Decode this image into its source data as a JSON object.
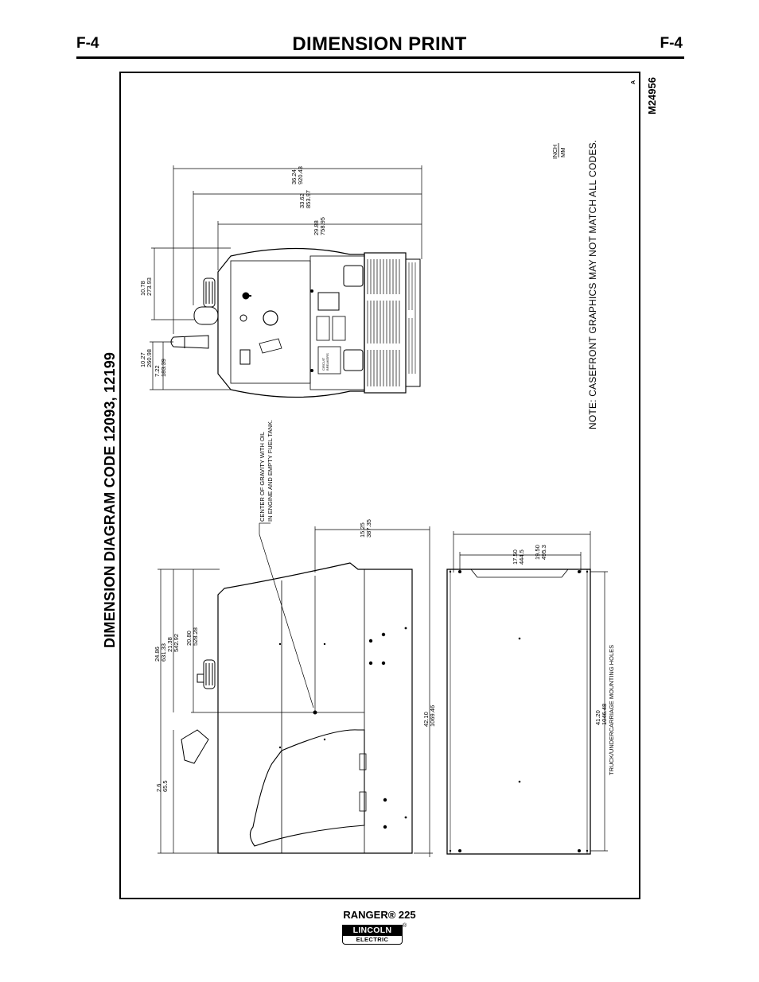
{
  "header": {
    "code_left": "F-4",
    "code_right": "F-4",
    "title": "DIMENSION PRINT"
  },
  "diagram": {
    "title": "DIMENSION DIAGRAM CODE  12093, 12199",
    "drawing_number": "M24956",
    "revision": "A",
    "note": "NOTE: CASEFRONT GRAPHICS MAY NOT MATCH ALL CODES.",
    "units": {
      "top": "INCH",
      "bottom": "MM"
    },
    "cg_note": [
      "CENTER OF GRAVITY WITH OIL",
      "IN ENGINE AND EMPTY FUEL TANK."
    ],
    "mounting_note": "TRUCK/UNDERCARRIAGE MOUNTING HOLES",
    "front_view_dims": {
      "d1": [
        "36.24",
        "920.43"
      ],
      "d2": [
        "33.62",
        "853.97"
      ],
      "d3": [
        "29.88",
        "758.95"
      ],
      "d4": [
        "10.78",
        "273.93"
      ],
      "d5": [
        "10.27",
        "260.98"
      ],
      "d6": [
        "7.22",
        "183.39"
      ]
    },
    "side_view_dims": {
      "d1": [
        "24.86",
        "631.33"
      ],
      "d2": [
        "21.38",
        "542.92"
      ],
      "d3": [
        "20.80",
        "528.28"
      ],
      "d4": [
        "2.6",
        "65.5"
      ],
      "d5": [
        "15.25",
        "387.35"
      ],
      "d6": [
        "42.10",
        "1069.46"
      ]
    },
    "bottom_view_dims": {
      "d1": [
        "19.50",
        "495.3"
      ],
      "d2": [
        "17.50",
        "444.5"
      ],
      "d3": [
        "41.20",
        "1046.48"
      ]
    },
    "front_panel_labels": [
      "CIRCUIT",
      "BREAKERS"
    ]
  },
  "footer": {
    "model": "RANGER® 225",
    "logo_top": "LINCOLN",
    "logo_bottom": "ELECTRIC",
    "logo_reg": "®"
  }
}
